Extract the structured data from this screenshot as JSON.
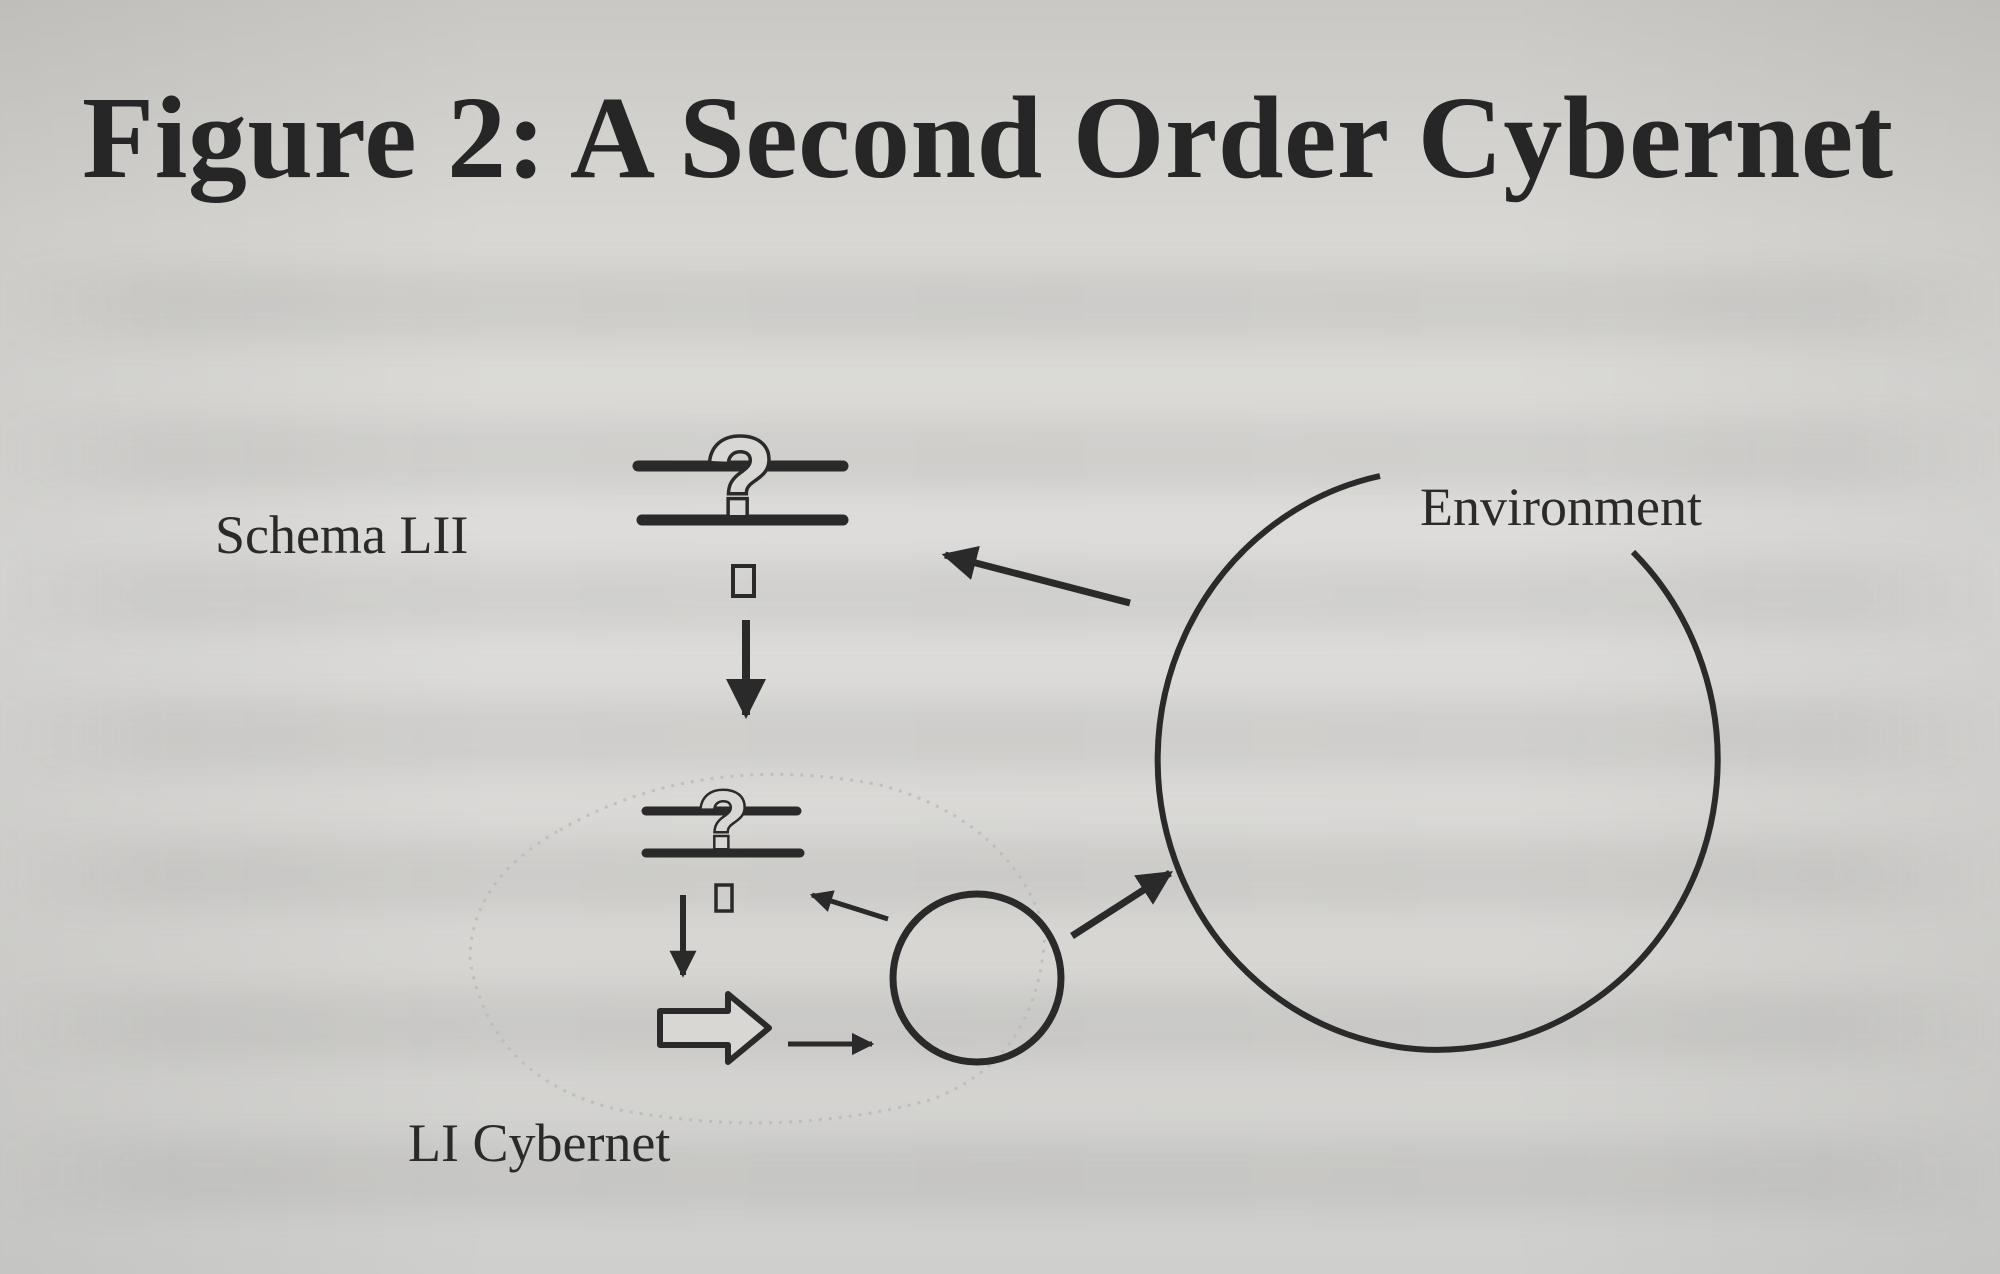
{
  "figure": {
    "title": "Figure 2: A Second Order Cybernet"
  },
  "diagram": {
    "labels": {
      "schema": "Schema LII",
      "environment": "Environment",
      "cybernet": "LI Cybernet"
    },
    "glyphs": {
      "upper_question": "?",
      "lower_question": "?"
    },
    "colors": {
      "ink": "#2a2a2a",
      "faint": "#b9b9b6",
      "paper": "#d8d7d3"
    }
  }
}
